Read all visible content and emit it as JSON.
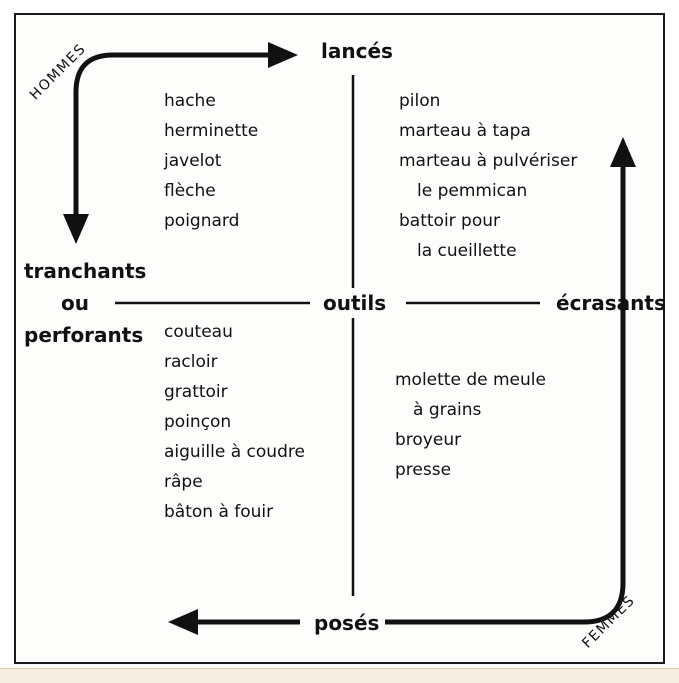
{
  "diagram": {
    "center": "outils",
    "top": "lancés",
    "bottom": "posés",
    "right": "écrasants",
    "left": [
      "tranchants",
      "ou",
      "perforants"
    ],
    "men_label": "HOMMES",
    "women_label": "FEMMES",
    "quadrants": {
      "top_left": [
        "hache",
        "herminette",
        "javelot",
        "flèche",
        "poignard"
      ],
      "top_right": [
        {
          "text": "pilon",
          "indent": false
        },
        {
          "text": "marteau à tapa",
          "indent": false
        },
        {
          "text": "marteau à pulvériser",
          "indent": false
        },
        {
          "text": "le pemmican",
          "indent": true
        },
        {
          "text": "battoir pour",
          "indent": false
        },
        {
          "text": "la cueillette",
          "indent": true
        }
      ],
      "bottom_left": [
        "couteau",
        "racloir",
        "grattoir",
        "poinçon",
        "aiguille à coudre",
        "râpe",
        "bâton à fouir"
      ],
      "bottom_right": [
        {
          "text": "molette de meule",
          "indent": false
        },
        {
          "text": "à grains",
          "indent": true
        },
        {
          "text": "broyeur",
          "indent": false
        },
        {
          "text": "presse",
          "indent": false
        }
      ]
    }
  }
}
